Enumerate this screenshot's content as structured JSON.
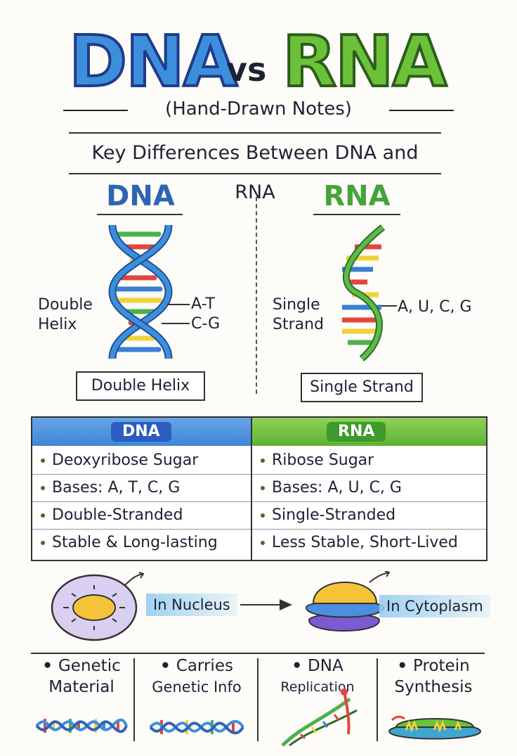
{
  "title": {
    "left": "DNA",
    "middle": "vs",
    "right": "RNA"
  },
  "subtitle": "(Hand-Drawn Notes)",
  "heading": "Key Differences Between DNA and RNA",
  "diagrams": {
    "dna": {
      "title": "DNA",
      "side_label_line1": "Double",
      "side_label_line2": "Helix",
      "pair_label_1": "A-T",
      "pair_label_2": "C-G",
      "caption": "Double Helix"
    },
    "rna": {
      "title": "RNA",
      "side_label_line1": "Single",
      "side_label_line2": "Strand",
      "pair_label": "A, U, C, G",
      "caption": "Single Strand"
    }
  },
  "comparison": {
    "dna_header": "DNA",
    "rna_header": "RNA",
    "dna_items": [
      "Deoxyribose Sugar",
      "Bases: A, T, C, G",
      "Double-Stranded",
      "Stable & Long-lasting"
    ],
    "rna_items": [
      "Ribose Sugar",
      "Bases: A, U, C, G",
      "Single-Stranded",
      "Less Stable, Short-Lived"
    ]
  },
  "locations": {
    "dna": "In Nucleus",
    "rna": "In Cytoplasm"
  },
  "functions": [
    {
      "line1": "Genetic",
      "line2": "Material"
    },
    {
      "line1": "Carries",
      "line2": "Genetic Info"
    },
    {
      "line1": "DNA",
      "line2": "Replication"
    },
    {
      "line1": "Protein",
      "line2": "Synthesis"
    }
  ],
  "colors": {
    "dna_blue": "#3d8fdc",
    "rna_green": "#6cc13a",
    "base_red": "#e2463c",
    "base_yellow": "#f2d23c",
    "base_blue": "#3a7fd6",
    "base_green": "#4fb04a"
  }
}
